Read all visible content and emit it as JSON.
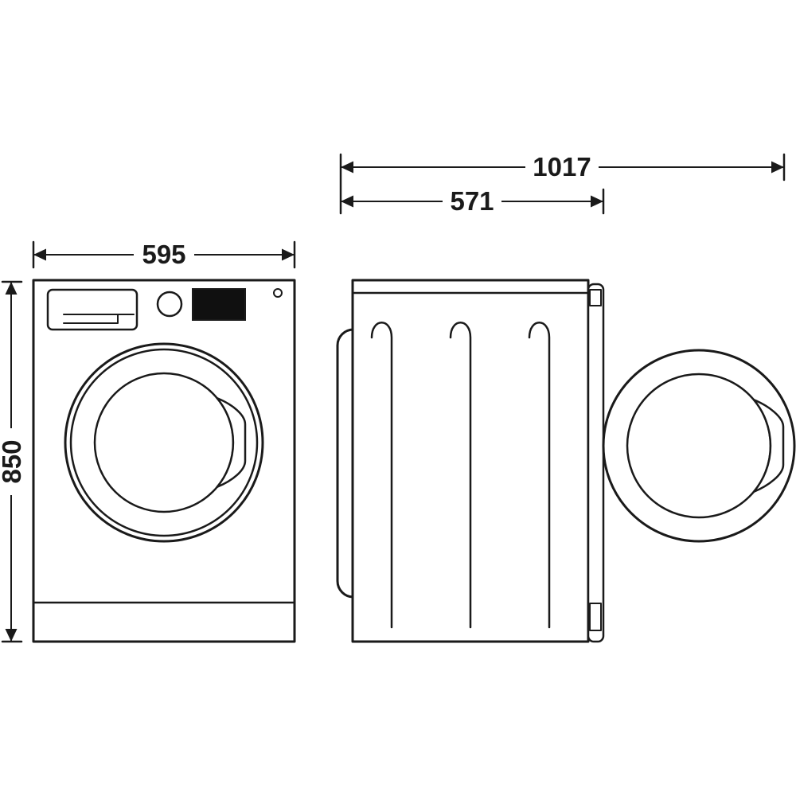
{
  "colors": {
    "ink": "#1a1a1a",
    "display_fill": "#101010",
    "background": "#ffffff"
  },
  "diagram": {
    "dimensions": {
      "front_width": "595",
      "front_height": "850",
      "total_depth_door_open": "1017",
      "body_depth": "571"
    }
  }
}
